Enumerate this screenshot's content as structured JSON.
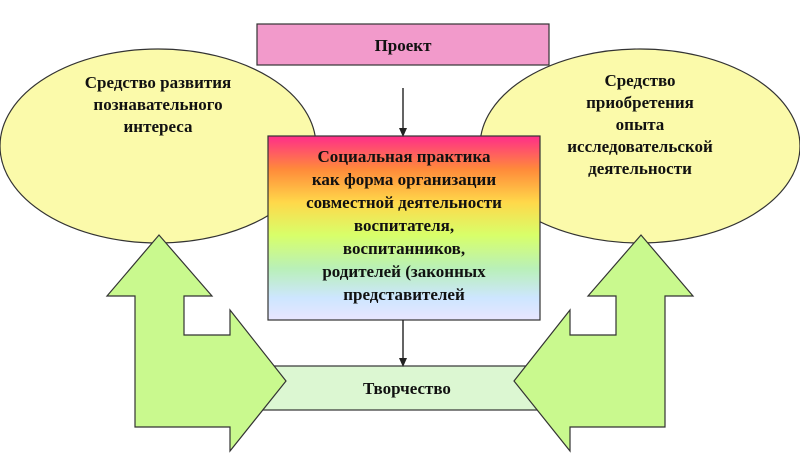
{
  "nodes": {
    "project": {
      "label": "Проект"
    },
    "left_ellipse": {
      "lines": [
        "Средство развития",
        "познавательного",
        "интереса"
      ]
    },
    "right_ellipse": {
      "lines": [
        "Средство",
        "приобретения",
        "опыта",
        "исследовательской",
        "деятельности"
      ]
    },
    "center": {
      "lines": [
        "Социальная практика",
        "как форма организации",
        "совместной деятельности",
        "воспитателя,",
        "воспитанников,",
        "родителей (законных",
        "представителей"
      ]
    },
    "creativity": {
      "label": "Творчество"
    }
  },
  "colors": {
    "project_fill": "#f29acb",
    "ellipse_fill": "#fbfaaa",
    "creativity_fill": "#dcf7d2",
    "arrow_fill": "#c9f98e",
    "outline": "#333333",
    "center_gradient": [
      "#ff2d8a",
      "#ff8a3a",
      "#ffd84a",
      "#d8ff6a",
      "#b9f0b8",
      "#cde6ff",
      "#e8e6ff"
    ]
  }
}
